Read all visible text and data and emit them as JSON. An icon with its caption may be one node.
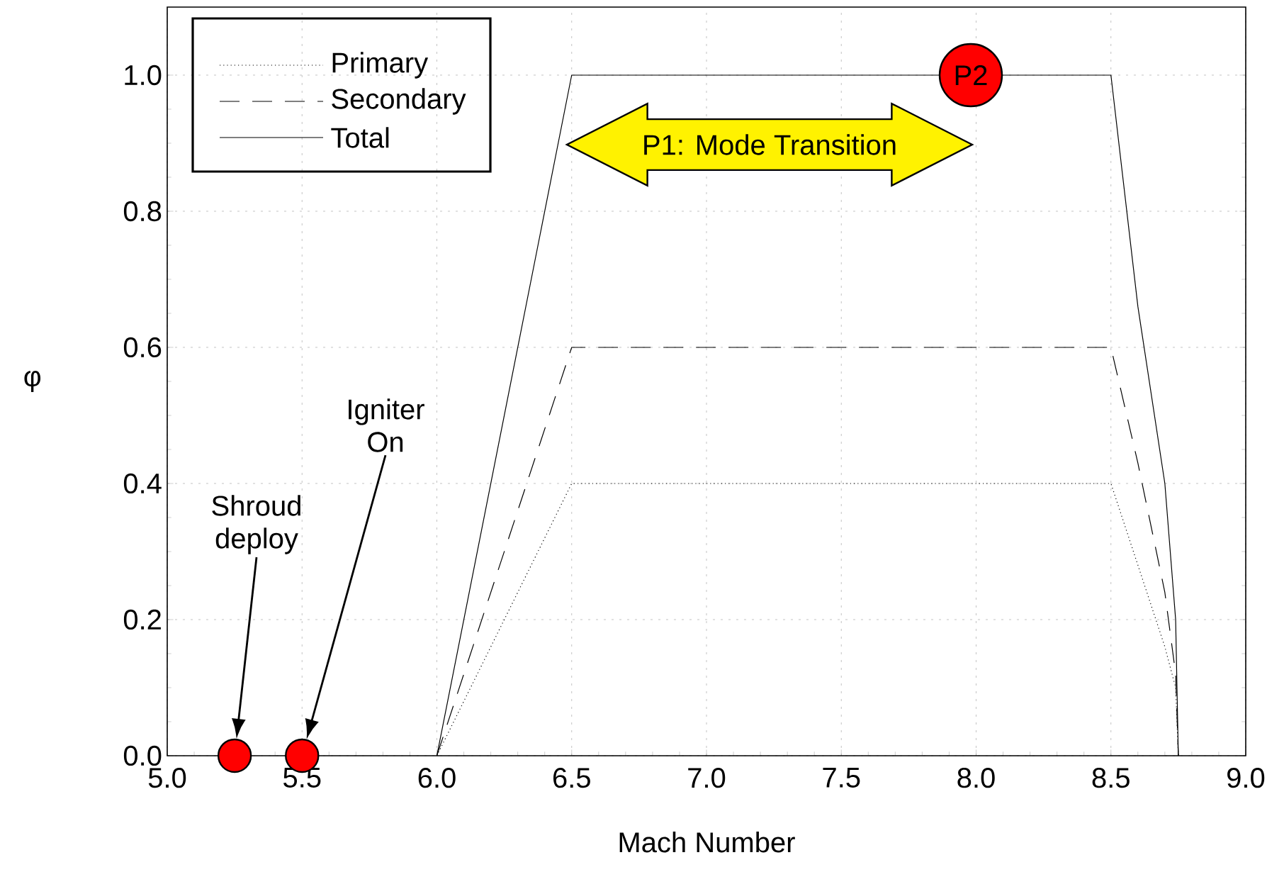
{
  "diagram": {
    "nodes": [
      {
        "text": [
          "Shroud deploy"
        ]
      },
      {
        "text": [
          "Igniter On"
        ]
      },
      {
        "text": [],
        "shape": "circle"
      },
      {
        "text": [],
        "shape": "circle"
      },
      {
        "text": [
          "P2"
        ]
      },
      {
        "text": [
          "P1: Mode Transition"
        ]
      }
    ],
    "edges": [
      {
        "from": 0,
        "to": 2,
        "arrow": "to"
      },
      {
        "from": 1,
        "to": 3,
        "arrow": "to"
      }
    ],
    "legend": [
      {
        "text": "Primary"
      },
      {
        "text": "Secondary"
      },
      {
        "text": "Total"
      }
    ],
    "chart_data": {
      "type": "line",
      "xlabel": "Mach Number",
      "ylabel": "φ",
      "x": [
        6.0,
        6.5,
        8.5,
        8.6,
        8.7,
        8.74,
        8.75
      ],
      "series": [
        {
          "color": "#000000",
          "line_style": "dotted",
          "values": [
            0,
            0.4,
            0.4,
            0.28,
            0.16,
            0.1,
            0
          ]
        },
        {
          "color": "#000000",
          "line_style": "dashed",
          "values": [
            0,
            0.6,
            0.6,
            0.43,
            0.24,
            0.12,
            0
          ]
        },
        {
          "color": "#000000",
          "line_style": "solid",
          "values": [
            0,
            1.0,
            1.0,
            0.66,
            0.4,
            0.2,
            0
          ]
        }
      ],
      "grid": true,
      "xlim": [
        5.0,
        9.0
      ],
      "ylim": [
        0.0,
        1.1
      ],
      "xticks": [
        {
          "value": 5.0,
          "label": "5.0"
        },
        {
          "value": 5.5,
          "label": "5.5"
        },
        {
          "value": 6.0,
          "label": "6.0"
        },
        {
          "value": 6.5,
          "label": "6.5"
        },
        {
          "value": 7.0,
          "label": "7.0"
        },
        {
          "value": 7.5,
          "label": "7.5"
        },
        {
          "value": 8.0,
          "label": "8.0"
        },
        {
          "value": 8.5,
          "label": "8.5"
        },
        {
          "value": 9.0,
          "label": "9.0"
        }
      ],
      "yticks": [
        {
          "value": 0.0,
          "label": "0.0"
        },
        {
          "value": 0.2,
          "label": "0.2"
        },
        {
          "value": 0.4,
          "label": "0.4"
        },
        {
          "value": 0.6,
          "label": "0.6"
        },
        {
          "value": 0.8,
          "label": "0.8"
        },
        {
          "value": 1.0,
          "label": "1.0"
        }
      ]
    }
  }
}
